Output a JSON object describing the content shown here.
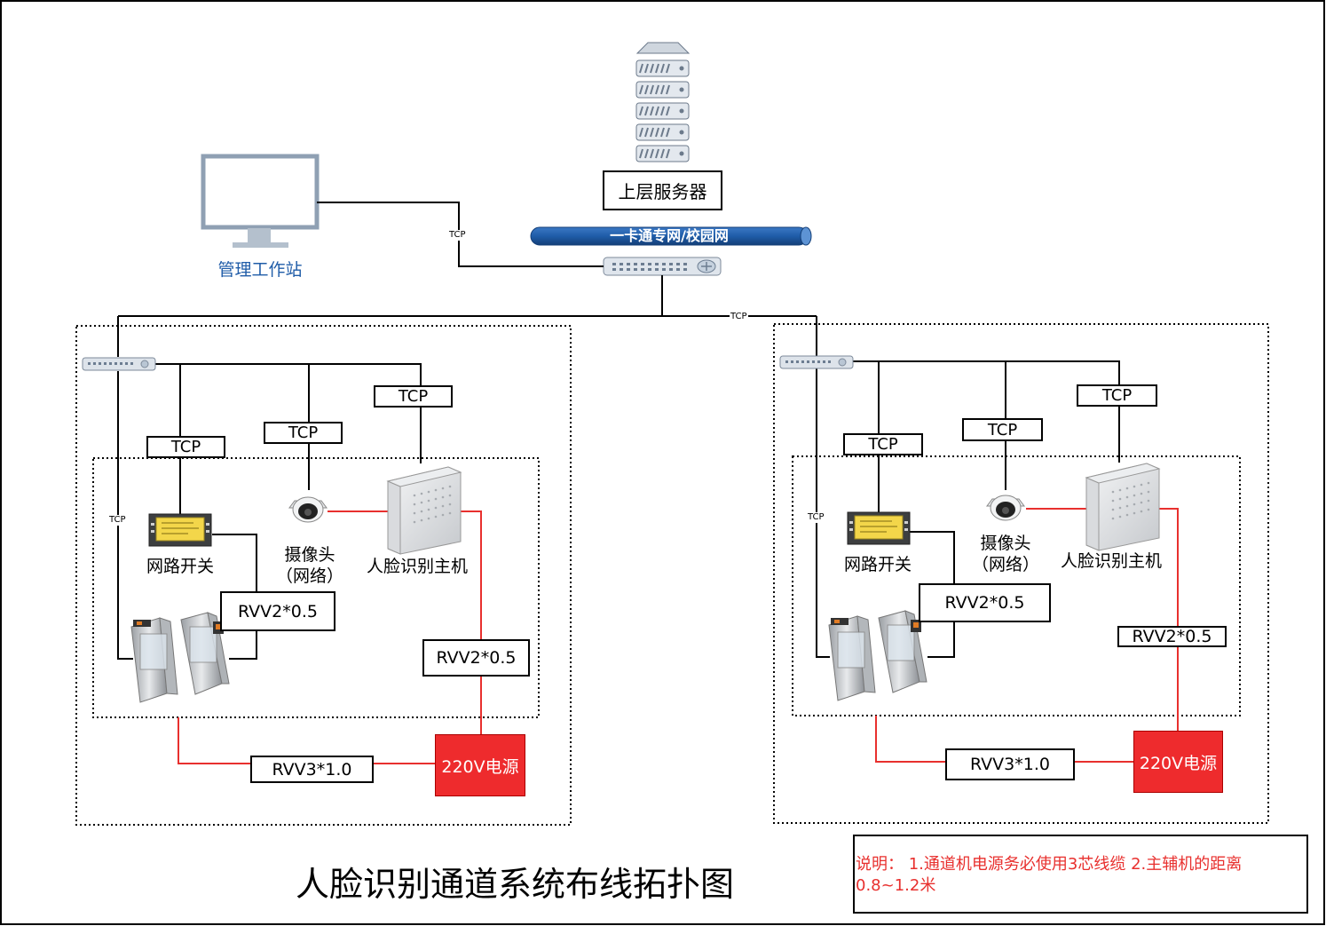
{
  "title": "人脸识别通道系统布线拓扑图",
  "server": {
    "label": "上层服务器"
  },
  "network": {
    "label": "一卡通专网/校园网"
  },
  "workstation": {
    "label": "管理工作站"
  },
  "links": {
    "tcp_small": "TCP"
  },
  "left_zone": {
    "tcp_labels": [
      "TCP",
      "TCP",
      "TCP"
    ],
    "network_switch": "网路开关",
    "camera_line1": "摄像头",
    "camera_line2": "（网络）",
    "face_host": "人脸识别主机",
    "cable_switch": "RVV2*0.5",
    "cable_host": "RVV2*0.5",
    "cable_power": "RVV3*1.0",
    "power": "220V电源"
  },
  "right_zone": {
    "tcp_labels": [
      "TCP",
      "TCP",
      "TCP"
    ],
    "network_switch": "网路开关",
    "camera_line1": "摄像头",
    "camera_line2": "（网络）",
    "face_host": "人脸识别主机",
    "cable_switch": "RVV2*0.5",
    "cable_host": "RVV2*0.5",
    "cable_power": "RVV3*1.0",
    "power": "220V电源"
  },
  "note": {
    "text": "说明： 1.通道机电源务必使用3芯线缆 2.主辅机的距离0.8~1.2米"
  },
  "colors": {
    "accent_blue": "#1f5ca8",
    "cable_red": "#e8302e",
    "power_red": "#ee2b2d",
    "note_red": "#e8302e"
  }
}
